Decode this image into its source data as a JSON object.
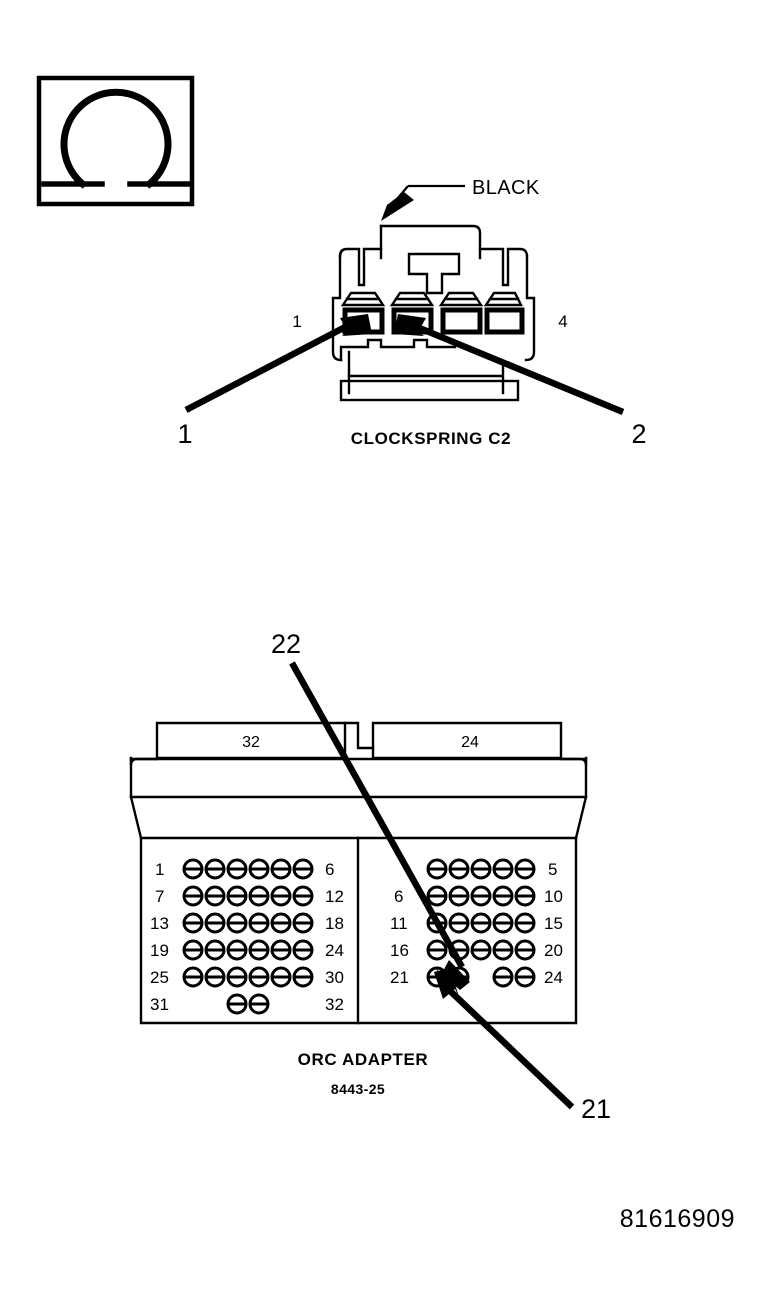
{
  "figure": {
    "number": "81616909",
    "ohm_symbol_name": "ohm-symbol"
  },
  "clockspring": {
    "name": "CLOCKSPRING C2",
    "wire_color_label": "BLACK",
    "pin_first": "1",
    "pin_last": "4",
    "cavity_count": 4,
    "callouts": [
      {
        "label": "1",
        "target_cavity": 1
      },
      {
        "label": "2",
        "target_cavity": 2
      }
    ]
  },
  "orc_adapter": {
    "name": "ORC ADAPTER",
    "part_number": "8443-25",
    "tabs": [
      {
        "label": "32"
      },
      {
        "label": "24"
      }
    ],
    "left_block": {
      "capacity": "32",
      "rows": [
        {
          "start": "1",
          "end": "6",
          "pins": 6
        },
        {
          "start": "7",
          "end": "12",
          "pins": 6
        },
        {
          "start": "13",
          "end": "18",
          "pins": 6
        },
        {
          "start": "19",
          "end": "24",
          "pins": 6
        },
        {
          "start": "25",
          "end": "30",
          "pins": 6
        },
        {
          "start": "31",
          "end": "32",
          "pins": 2
        }
      ]
    },
    "right_block": {
      "capacity": "24",
      "rows": [
        {
          "start": "",
          "end": "5",
          "pins": 5
        },
        {
          "start": "6",
          "end": "10",
          "pins": 5
        },
        {
          "start": "11",
          "end": "15",
          "pins": 5
        },
        {
          "start": "16",
          "end": "20",
          "pins": 5
        },
        {
          "start": "21",
          "end": "24",
          "pins": 4
        }
      ]
    },
    "callouts": [
      {
        "label": "22"
      },
      {
        "label": "21"
      }
    ]
  },
  "colors": {
    "ink": "#000000",
    "paper": "#ffffff"
  }
}
